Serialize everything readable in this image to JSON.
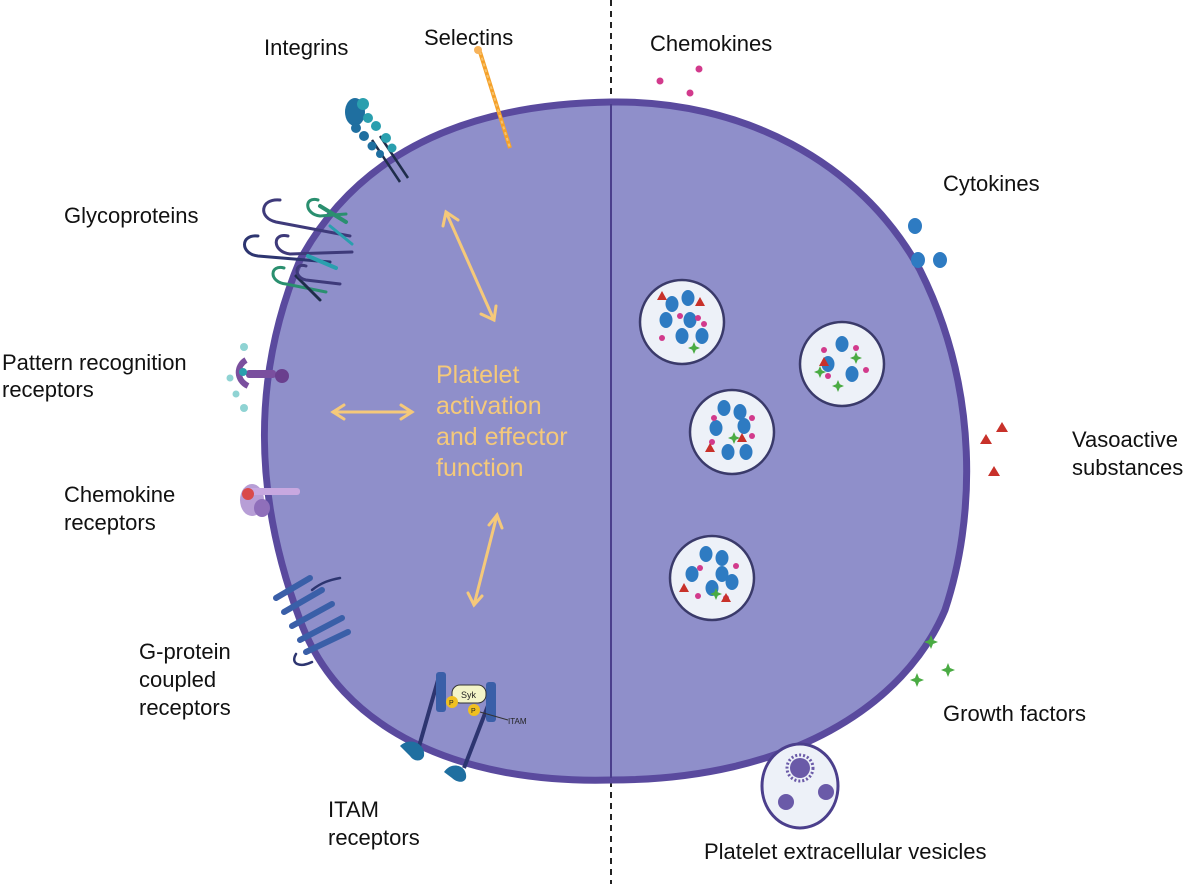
{
  "labels": {
    "integrins": "Integrins",
    "selectins": "Selectins",
    "glycoproteins": "Glycoproteins",
    "prr_line1": "Pattern recognition",
    "prr_line2": "receptors",
    "chemokine_receptors_line1": "Chemokine",
    "chemokine_receptors_line2": "receptors",
    "gpcr_line1": "G-protein",
    "gpcr_line2": "coupled",
    "gpcr_line3": "receptors",
    "itam_line1": "ITAM",
    "itam_line2": "receptors",
    "chemokines": "Chemokines",
    "cytokines": "Cytokines",
    "vasoactive_line1": "Vasoactive",
    "vasoactive_line2": "substances",
    "growth_factors": "Growth factors",
    "pev": "Platelet extracellular vesicles",
    "syk": "Syk",
    "itam_small": "ITAM",
    "phospho": "P"
  },
  "center_text": {
    "line1": "Platelet",
    "line2": "activation",
    "line3": "and effector",
    "line4": "function"
  },
  "colors": {
    "cell_fill": "#8f8fca",
    "cell_border": "#5a4a9e",
    "arrow": "#f5c97a",
    "center_text": "#f5c97a",
    "granule_fill": "#edf1f8",
    "blue_dot": "#2e7bc2",
    "magenta_dot": "#d23a8c",
    "red_triangle": "#c8312a",
    "green_star": "#4aab43",
    "divider": "#222222"
  }
}
